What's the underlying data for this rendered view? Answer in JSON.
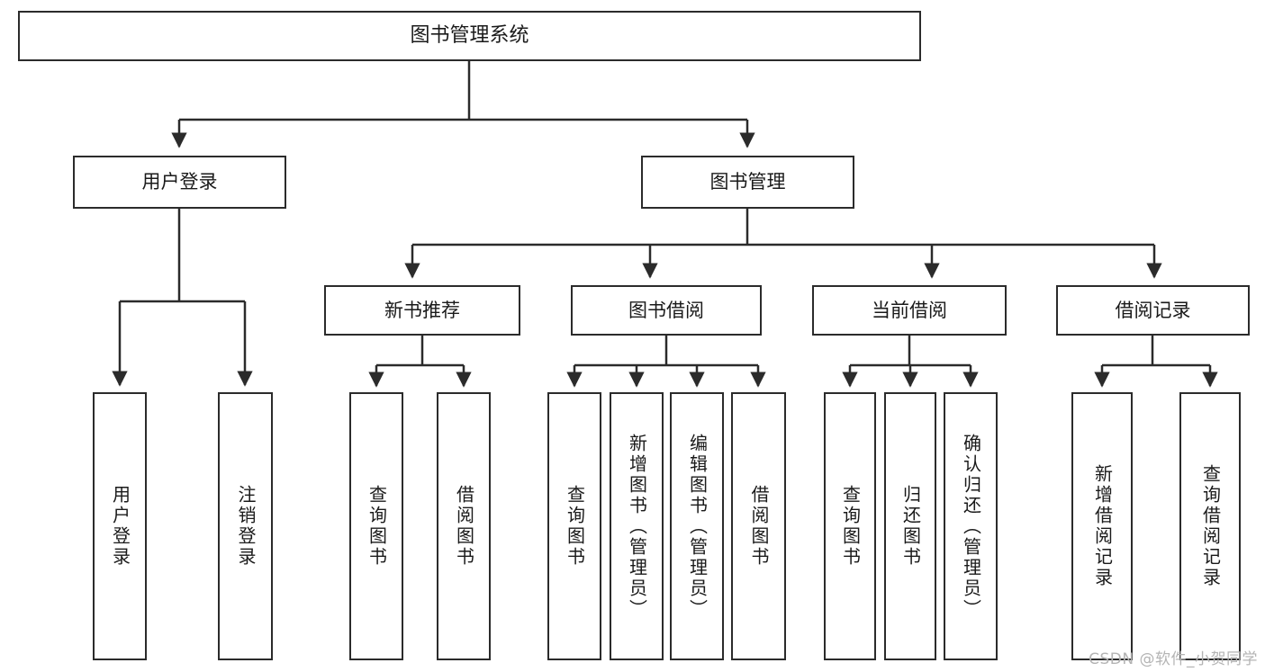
{
  "diagram": {
    "title": "图书管理系统",
    "type": "hierarchy-tree",
    "watermark": "CSDN @软件_小贺同学",
    "colors": {
      "background": "#ffffff",
      "box_border": "#2b2b2b",
      "box_fill": "#ffffff",
      "text": "#1a1a1a",
      "connector": "#2b2b2b",
      "watermark": "#b4b4b4"
    },
    "root": {
      "label": "图书管理系统"
    },
    "level2": [
      {
        "label": "用户登录"
      },
      {
        "label": "图书管理"
      }
    ],
    "level3": [
      {
        "label": "新书推荐"
      },
      {
        "label": "图书借阅"
      },
      {
        "label": "当前借阅"
      },
      {
        "label": "借阅记录"
      }
    ],
    "leaves": {
      "user_login": [
        {
          "label": "用户登录"
        },
        {
          "label": "注销登录"
        }
      ],
      "new_book": [
        {
          "label": "查询图书"
        },
        {
          "label": "借阅图书"
        }
      ],
      "book_borrow": [
        {
          "label": "查询图书"
        },
        {
          "label": "新增图书（管理员）"
        },
        {
          "label": "编辑图书（管理员）"
        },
        {
          "label": "借阅图书"
        }
      ],
      "current_borrow": [
        {
          "label": "查询图书"
        },
        {
          "label": "归还图书"
        },
        {
          "label": "确认归还（管理员）"
        }
      ],
      "borrow_record": [
        {
          "label": "新增借阅记录"
        },
        {
          "label": "查询借阅记录"
        }
      ]
    }
  }
}
